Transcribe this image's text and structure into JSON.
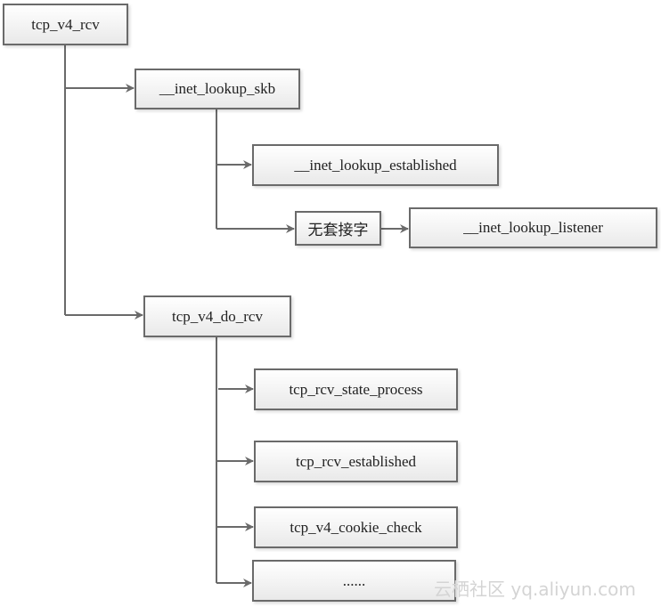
{
  "diagram": {
    "nodes": {
      "root": "tcp_v4_rcv",
      "lookup_skb": "__inet_lookup_skb",
      "lookup_established": "__inet_lookup_established",
      "no_socket": "无套接字",
      "lookup_listener": "__inet_lookup_listener",
      "do_rcv": "tcp_v4_do_rcv",
      "rcv_state_process": "tcp_rcv_state_process",
      "rcv_established": "tcp_rcv_established",
      "cookie_check": "tcp_v4_cookie_check",
      "more": "......"
    },
    "edges": [
      [
        "root",
        "lookup_skb"
      ],
      [
        "root",
        "do_rcv"
      ],
      [
        "lookup_skb",
        "lookup_established"
      ],
      [
        "lookup_skb",
        "no_socket"
      ],
      [
        "no_socket",
        "lookup_listener"
      ],
      [
        "do_rcv",
        "rcv_state_process"
      ],
      [
        "do_rcv",
        "rcv_established"
      ],
      [
        "do_rcv",
        "cookie_check"
      ],
      [
        "do_rcv",
        "more"
      ]
    ],
    "line_color": "#6a6a6a"
  },
  "watermark": "云栖社区 yq.aliyun.com"
}
